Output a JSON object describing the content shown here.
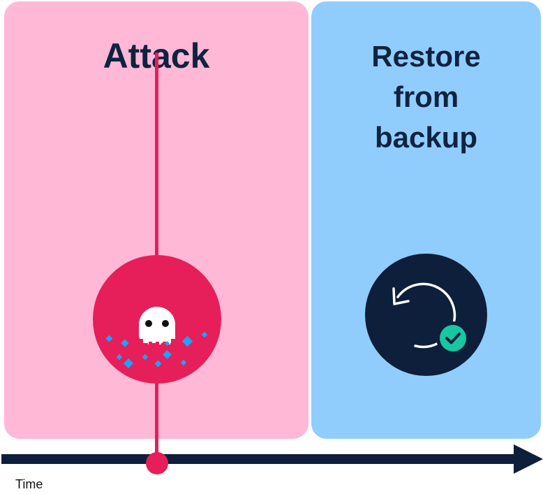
{
  "attack": {
    "title": "Attack"
  },
  "restore": {
    "title": "Restore\nfrom\nbackup"
  },
  "axis": {
    "label": "Time"
  },
  "icons": {
    "attack": "skull-icon",
    "restore": "restore-check-icon"
  },
  "colors": {
    "attack_panel": "#ffb8d6",
    "restore_panel": "#90cdfd",
    "attack_accent": "#e61e5a",
    "navy": "#0d1f3a",
    "check": "#19c6a3",
    "pixel": "#1aa3ff"
  }
}
